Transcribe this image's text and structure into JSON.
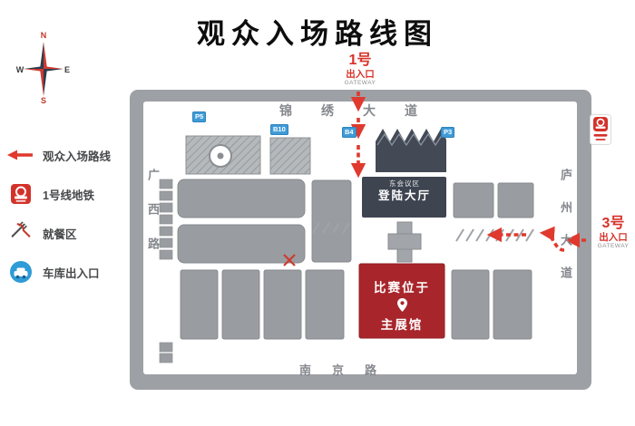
{
  "title": "观众入场路线图",
  "compass": {
    "n": "N",
    "w": "W",
    "e": "E",
    "s": "S"
  },
  "legend": {
    "items": [
      {
        "id": "route",
        "label": "观众入场路线"
      },
      {
        "id": "metro",
        "label": "1号线地铁"
      },
      {
        "id": "dining",
        "label": "就餐区"
      },
      {
        "id": "garage",
        "label": "车库出入口"
      }
    ]
  },
  "gateway1": {
    "no": "1号",
    "name": "出入口",
    "en": "GATEWAY"
  },
  "gateway3": {
    "no": "3号",
    "name": "出入口",
    "en": "GATEWAY"
  },
  "roads": {
    "north": "锦绣大道",
    "west": "广西路",
    "east": "庐州大道",
    "south": "南京路"
  },
  "buildings": {
    "registration": {
      "sub": "东会议区",
      "name": "登陆大厅"
    },
    "main_hall": {
      "line1": "比赛位于",
      "line2": "主展馆"
    }
  },
  "stops": [
    {
      "label": "P5"
    },
    {
      "label": "B10"
    },
    {
      "label": "B4"
    },
    {
      "label": "P3"
    }
  ],
  "colors": {
    "accent_red": "#e0392e",
    "hall_red": "#a8262b",
    "dark_building": "#424a56",
    "map_gray": "#9da0a4",
    "stop_blue": "#3f9bd8"
  }
}
